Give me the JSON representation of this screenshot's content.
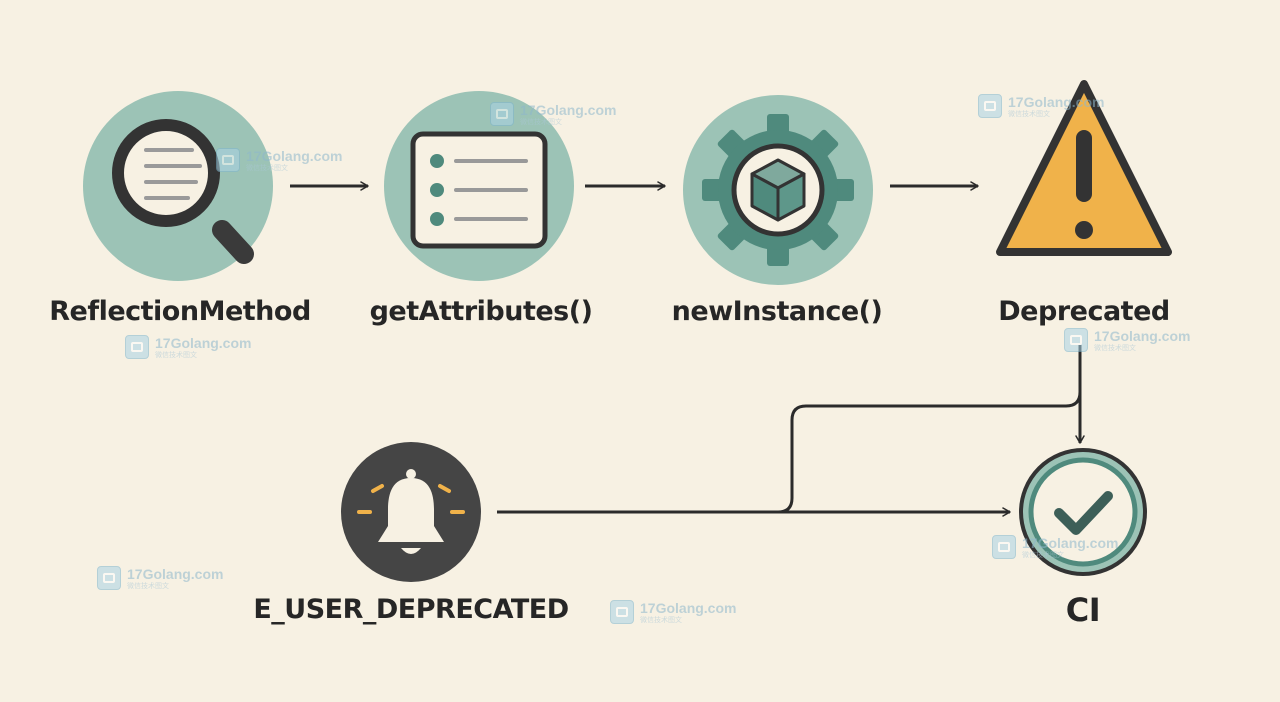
{
  "nodes": {
    "reflection": {
      "label": "ReflectionMethod"
    },
    "attributes": {
      "label": "getAttributes()"
    },
    "instance": {
      "label": "newInstance()"
    },
    "deprecated": {
      "label": "Deprecated"
    },
    "user_deprecated": {
      "label": "E_USER_DEPRECATED"
    },
    "ci": {
      "label": "CI"
    }
  },
  "watermark": {
    "text": "17Golang.com",
    "sub": "微信技术图文"
  },
  "colors": {
    "background": "#f7f1e3",
    "teal_light": "#9cc3b6",
    "teal_dark": "#4f8a7d",
    "ink": "#2b2b2b",
    "warning": "#f0b24a",
    "bell_circle": "#454545",
    "bell_ray": "#f0b24a"
  }
}
